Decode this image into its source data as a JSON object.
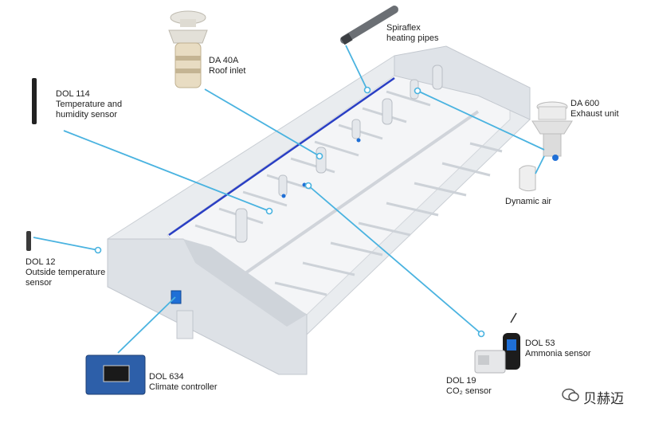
{
  "components": [
    {
      "id": "spiraflex",
      "lines": [
        "Spiraflex",
        "heating pipes"
      ]
    },
    {
      "id": "da40a",
      "lines": [
        "DA 40A",
        "Roof inlet"
      ]
    },
    {
      "id": "dol114",
      "lines": [
        "DOL 114",
        "Temperature and",
        "humidity sensor"
      ]
    },
    {
      "id": "da600",
      "lines": [
        "DA 600",
        "Exhaust unit"
      ]
    },
    {
      "id": "dynamic-air",
      "lines": [
        "Dynamic air"
      ]
    },
    {
      "id": "dol12",
      "lines": [
        "DOL 12",
        "Outside temperature",
        "sensor"
      ]
    },
    {
      "id": "dol53",
      "lines": [
        "DOL 53",
        "Ammonia sensor"
      ]
    },
    {
      "id": "dol19",
      "lines": [
        "DOL 19",
        "CO₂ sensor"
      ]
    },
    {
      "id": "dol634",
      "lines": [
        "DOL 634",
        "Climate controller"
      ]
    }
  ],
  "watermark": "贝赫迈",
  "colors": {
    "leader": "#4ab3e0",
    "building": "#eef0f3",
    "building_shade": "#d5d9de",
    "pipe": "#2a3fc4",
    "sensor": "#1f6fd6"
  }
}
